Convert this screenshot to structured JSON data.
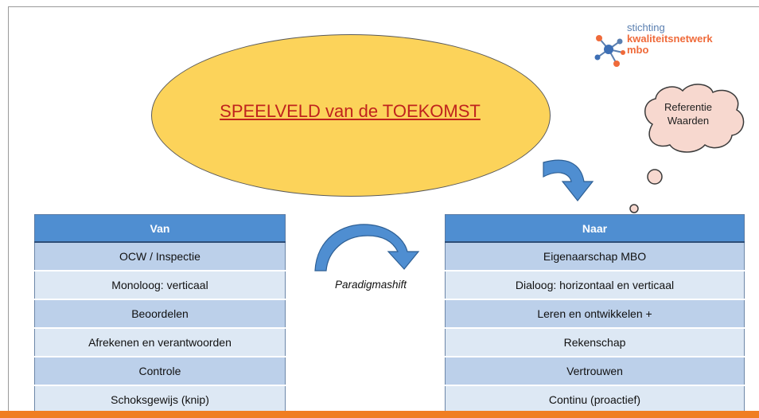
{
  "title": "SPEELVELD van de TOEKOMST",
  "logo": {
    "line1": "stichting",
    "line2": "kwaliteitsnetwerk",
    "line3": "mbo"
  },
  "cloud": {
    "line1": "Referentie",
    "line2": "Waarden"
  },
  "paradigm_label": "Paradigmashift",
  "van": {
    "header": "Van",
    "rows": [
      "OCW / Inspectie",
      "Monoloog: verticaal",
      "Beoordelen",
      "Afrekenen en verantwoorden",
      "Controle",
      "Schoksgewijs (knip)"
    ]
  },
  "naar": {
    "header": "Naar",
    "rows": [
      "Eigenaarschap MBO",
      "Dialoog: horizontaal en verticaal",
      "Leren en ontwikkelen +",
      "Rekenschap",
      "Vertrouwen",
      "Continu (proactief)"
    ]
  },
  "colors": {
    "ellipse": "#fcd35a",
    "title": "#c0231d",
    "header": "#4f8ed1",
    "row_dark": "#bcd0ea",
    "row_light": "#dde8f4",
    "arrow": "#4f8ed1",
    "cloud": "#f7d8cf",
    "accent_bar": "#f07e22"
  }
}
